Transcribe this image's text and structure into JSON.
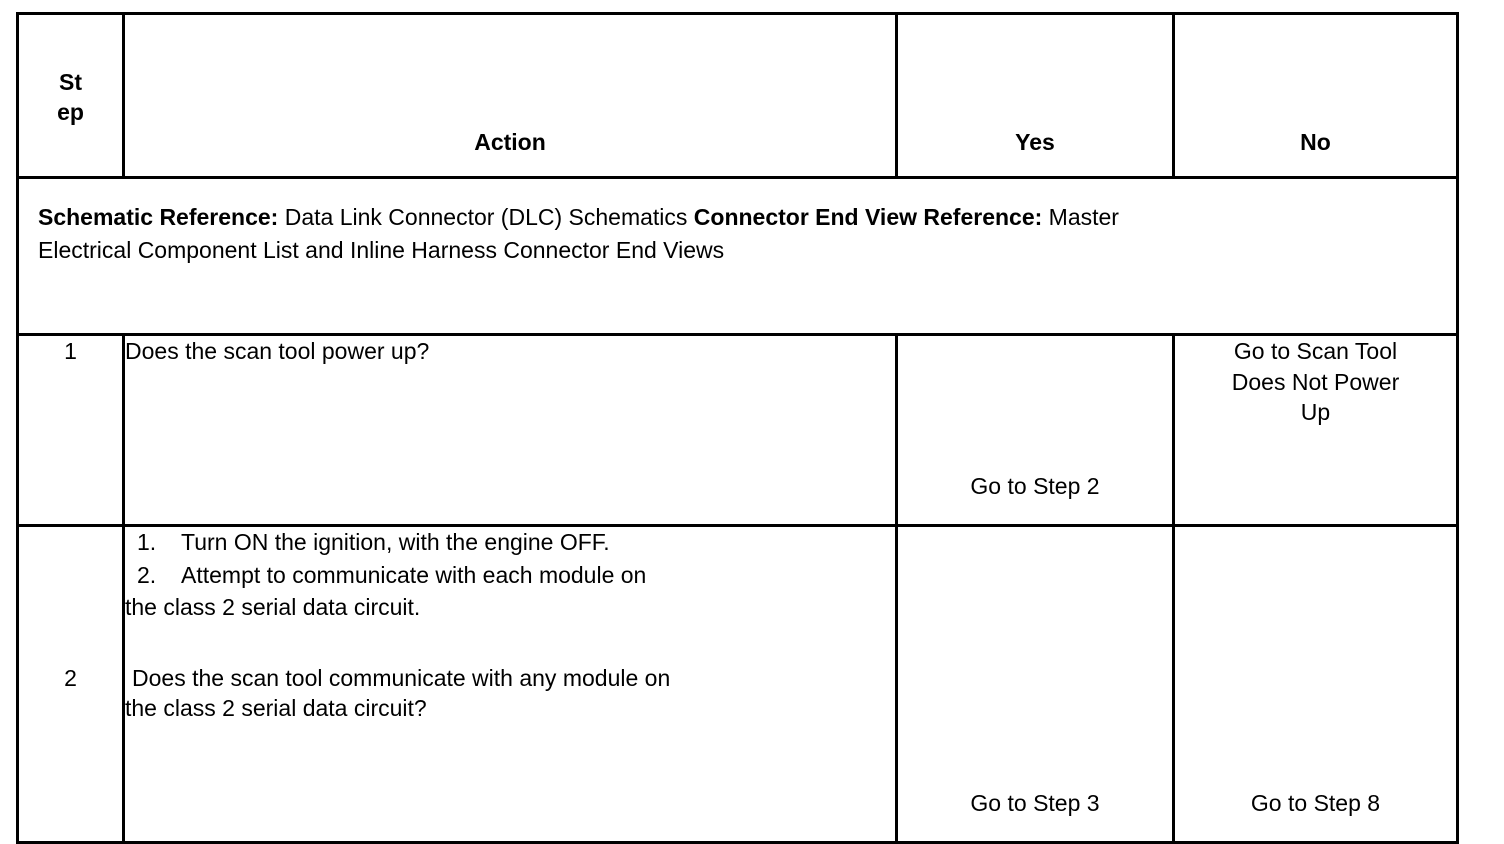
{
  "table": {
    "headers": {
      "step_line1": "St",
      "step_line2": "ep",
      "action": "Action",
      "yes": "Yes",
      "no": "No"
    },
    "schematic_row": {
      "label_1": "Schematic Reference:",
      "text_1": " Data Link Connector (DLC) Schematics ",
      "label_2": "Connector End View Reference:",
      "text_2": " Master",
      "line2": "Electrical Component List and Inline Harness Connector End Views"
    },
    "rows": [
      {
        "step": "1",
        "action_lines": [
          "Does the scan tool power up?"
        ],
        "yes": "Go to Step 2",
        "no_lines": [
          "Go to Scan Tool",
          "Does Not Power",
          "Up"
        ]
      },
      {
        "step": "2",
        "numbered": [
          {
            "num": "1.",
            "text": "Turn ON the ignition, with the engine OFF."
          },
          {
            "num": "2.",
            "text": "Attempt to communicate with each module on"
          }
        ],
        "continuation": "the class 2 serial data circuit.",
        "question_line1": " Does the scan tool communicate with any module on",
        "question_line2": "the class 2 serial data circuit?",
        "yes": "Go to Step 3",
        "no": "Go to Step 8"
      }
    ]
  },
  "colors": {
    "border": "#000000",
    "text": "#000000",
    "background": "#ffffff"
  }
}
